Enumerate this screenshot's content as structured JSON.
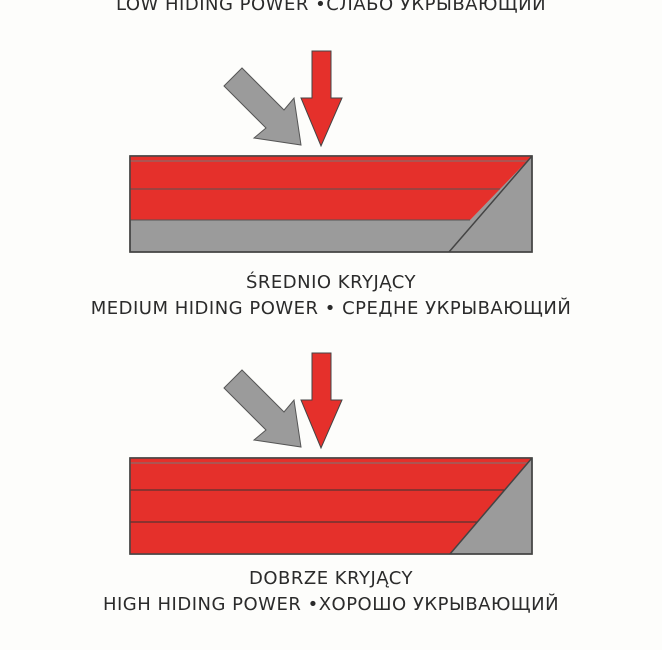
{
  "colors": {
    "paint_red": "#e5302b",
    "substrate_gray": "#9b9b9b",
    "outline": "#444444",
    "layer_line": "#555555"
  },
  "captions": {
    "low": {
      "line2": "LOW HIDING POWER •СЛАБО УКРЫВАЮЩИЙ"
    },
    "medium": {
      "line1": "ŚREDNIO KRYJĄCY",
      "line2": "MEDIUM HIDING POWER • СРЕДНЕ УКРЫВАЮЩИЙ"
    },
    "high": {
      "line1": "DOBRZE KRYJĄCY",
      "line2": "HIGH HIDING POWER •ХОРОШО УКРЫВАЮЩИЙ"
    }
  },
  "panels": {
    "medium": {
      "red_layers": 2,
      "gray_layer_visible": true
    },
    "high": {
      "red_layers": 3,
      "gray_layer_visible": false
    }
  },
  "icons": {
    "incident": "gray-arrow-icon",
    "paint": "red-arrow-icon"
  }
}
